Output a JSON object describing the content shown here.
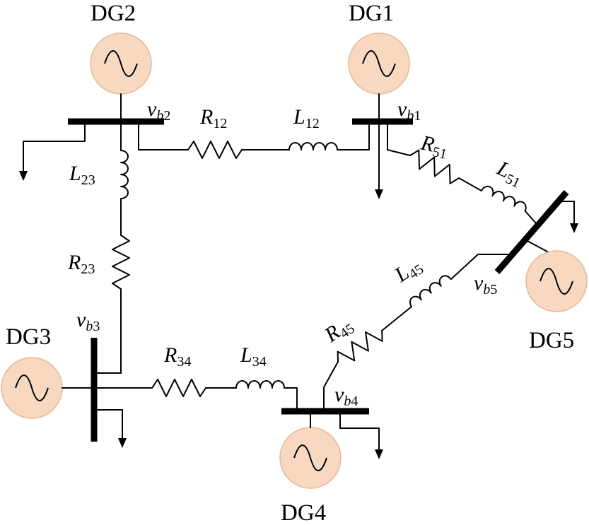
{
  "generators": [
    {
      "id": "dg1",
      "label": "DG1"
    },
    {
      "id": "dg2",
      "label": "DG2"
    },
    {
      "id": "dg3",
      "label": "DG3"
    },
    {
      "id": "dg4",
      "label": "DG4"
    },
    {
      "id": "dg5",
      "label": "DG5"
    }
  ],
  "buses": [
    {
      "id": "vb1",
      "sym": "v",
      "sub_it": "b",
      "sub_num": "1"
    },
    {
      "id": "vb2",
      "sym": "v",
      "sub_it": "b",
      "sub_num": "2"
    },
    {
      "id": "vb3",
      "sym": "v",
      "sub_it": "b",
      "sub_num": "3"
    },
    {
      "id": "vb4",
      "sym": "v",
      "sub_it": "b",
      "sub_num": "4"
    },
    {
      "id": "vb5",
      "sym": "v",
      "sub_it": "b",
      "sub_num": "5"
    }
  ],
  "lines": [
    {
      "id": "l12",
      "r_sym": "R",
      "r_sub": "12",
      "l_sym": "L",
      "l_sub": "12"
    },
    {
      "id": "l23",
      "r_sym": "R",
      "r_sub": "23",
      "l_sym": "L",
      "l_sub": "23"
    },
    {
      "id": "l34",
      "r_sym": "R",
      "r_sub": "34",
      "l_sym": "L",
      "l_sub": "34"
    },
    {
      "id": "l45",
      "r_sym": "R",
      "r_sub": "45",
      "l_sym": "L",
      "l_sub": "45"
    },
    {
      "id": "l51",
      "r_sym": "R",
      "r_sub": "51",
      "l_sym": "L",
      "l_sub": "51"
    }
  ],
  "colors": {
    "generator_fill": "#f8d8c0",
    "generator_stroke": "#e6b896",
    "line": "#000000"
  }
}
